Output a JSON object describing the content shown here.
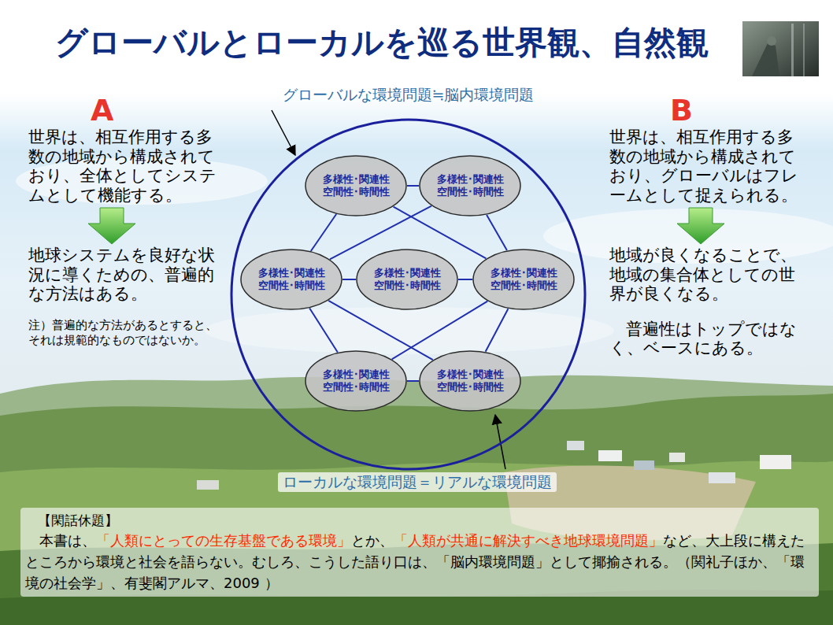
{
  "diagram": {
    "title": "グローバルとローカルを巡る世界観、自然観",
    "nodes": [
      {
        "text": [
          "グローバルな環境問題≒脳内環境問題"
        ]
      },
      {
        "text": [
          "多様性･関連性 空間性･時間性"
        ],
        "in": 0
      },
      {
        "text": [
          "多様性･関連性 空間性･時間性"
        ],
        "in": 0
      },
      {
        "text": [
          "多様性･関連性 空間性･時間性"
        ],
        "in": 0
      },
      {
        "text": [
          "多様性･関連性 空間性･時間性"
        ],
        "in": 0
      },
      {
        "text": [
          "多様性･関連性 空間性･時間性"
        ],
        "in": 0
      },
      {
        "text": [
          "多様性･関連性 空間性･時間性"
        ],
        "in": 0
      },
      {
        "text": [
          "多様性･関連性 空間性･時間性"
        ],
        "in": 0
      }
    ],
    "edges": [
      {
        "from": 1,
        "to": 2,
        "arrow": "none"
      },
      {
        "from": 1,
        "to": 3,
        "arrow": "none"
      },
      {
        "from": 2,
        "to": 5,
        "arrow": "none"
      },
      {
        "from": 1,
        "to": 5,
        "arrow": "none"
      },
      {
        "from": 2,
        "to": 3,
        "arrow": "none"
      },
      {
        "from": 3,
        "to": 4,
        "arrow": "none"
      },
      {
        "from": 4,
        "to": 5,
        "arrow": "none"
      },
      {
        "from": 6,
        "to": 3,
        "arrow": "none"
      },
      {
        "from": 7,
        "to": 5,
        "arrow": "none"
      },
      {
        "from": 6,
        "to": 5,
        "arrow": "none"
      },
      {
        "from": 7,
        "to": 3,
        "arrow": "none"
      },
      {
        "from": 6,
        "to": 7,
        "arrow": "none"
      }
    ],
    "labels": [
      "A",
      "世界は、相互作用する多数の地域から構成されており、全体としてシステムとして機能する。",
      "地球システムを良好な状況に導くための、普遍的な方法はある。",
      "注）普遍的な方法があるとすると、それは規範的なものではないか。",
      "B",
      "世界は、相互作用する多数の地域から構成されており、グローバルはフレームとして捉えられる。",
      "地域が良くなることで、地域の集合体としての世界が良くなる。",
      "普遍性はトップではなく、ベースにある。",
      "ローカルな環境問題＝リアルな環境問題",
      "【閑話休題】",
      "本書は、",
      "「人類にとっての生存基盤である環境」",
      "とか、",
      "「人類が共通に解決すべき地球環境問題」",
      "など、大上段に構えたところから環境と社会を語らない。むしろ、こうした語り口は、「脳内環境問題」として揶揄される。（関礼子ほか、「環境の社会学」、有斐閣アルマ、2009 ）"
    ]
  }
}
